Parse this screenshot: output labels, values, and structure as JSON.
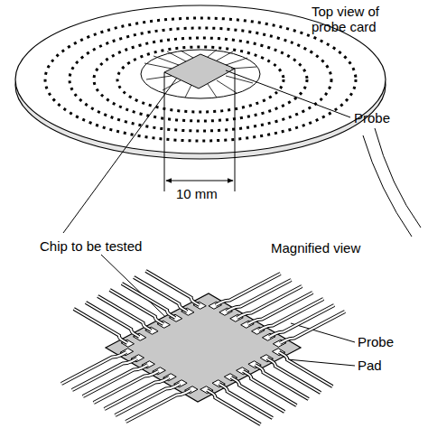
{
  "diagram": {
    "labels": [
      "Top view of probe card",
      "Probe",
      "10 mm",
      "Chip to be tested",
      "Magnified view",
      "Probe",
      "Pad"
    ]
  }
}
